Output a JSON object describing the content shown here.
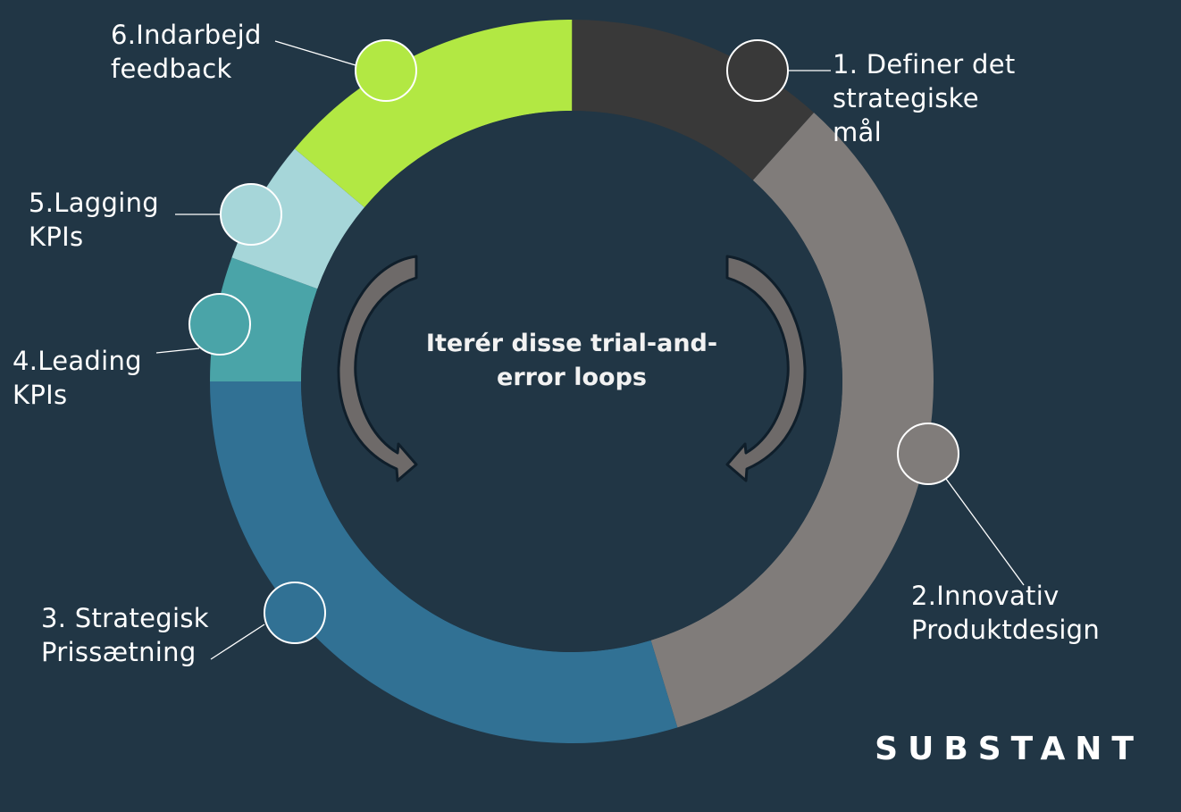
{
  "diagram": {
    "center_text": "Iterér disse trial-and-\nerror loops",
    "brand": "SUBSTANT",
    "steps": [
      {
        "label": "1. Definer det\nstrategiske\nmål",
        "color": "#393939",
        "share": 0.1167
      },
      {
        "label": "2.Innovativ\nProduktdesign",
        "color": "#807c7a",
        "share": 0.3361
      },
      {
        "label": "3. Strategisk\nPrissætning",
        "color": "#317194",
        "share": 0.2972
      },
      {
        "label": "4.Leading\nKPIs",
        "color": "#4aa4a8",
        "share": 0.0556
      },
      {
        "label": "5.Lagging\nKPIs",
        "color": "#a6d6d9",
        "share": 0.0556
      },
      {
        "label": "6.Indarbejd\nfeedback",
        "color": "#b2e843",
        "share": 0.1389
      }
    ],
    "loop_arrow_color": "#6e6a69"
  }
}
